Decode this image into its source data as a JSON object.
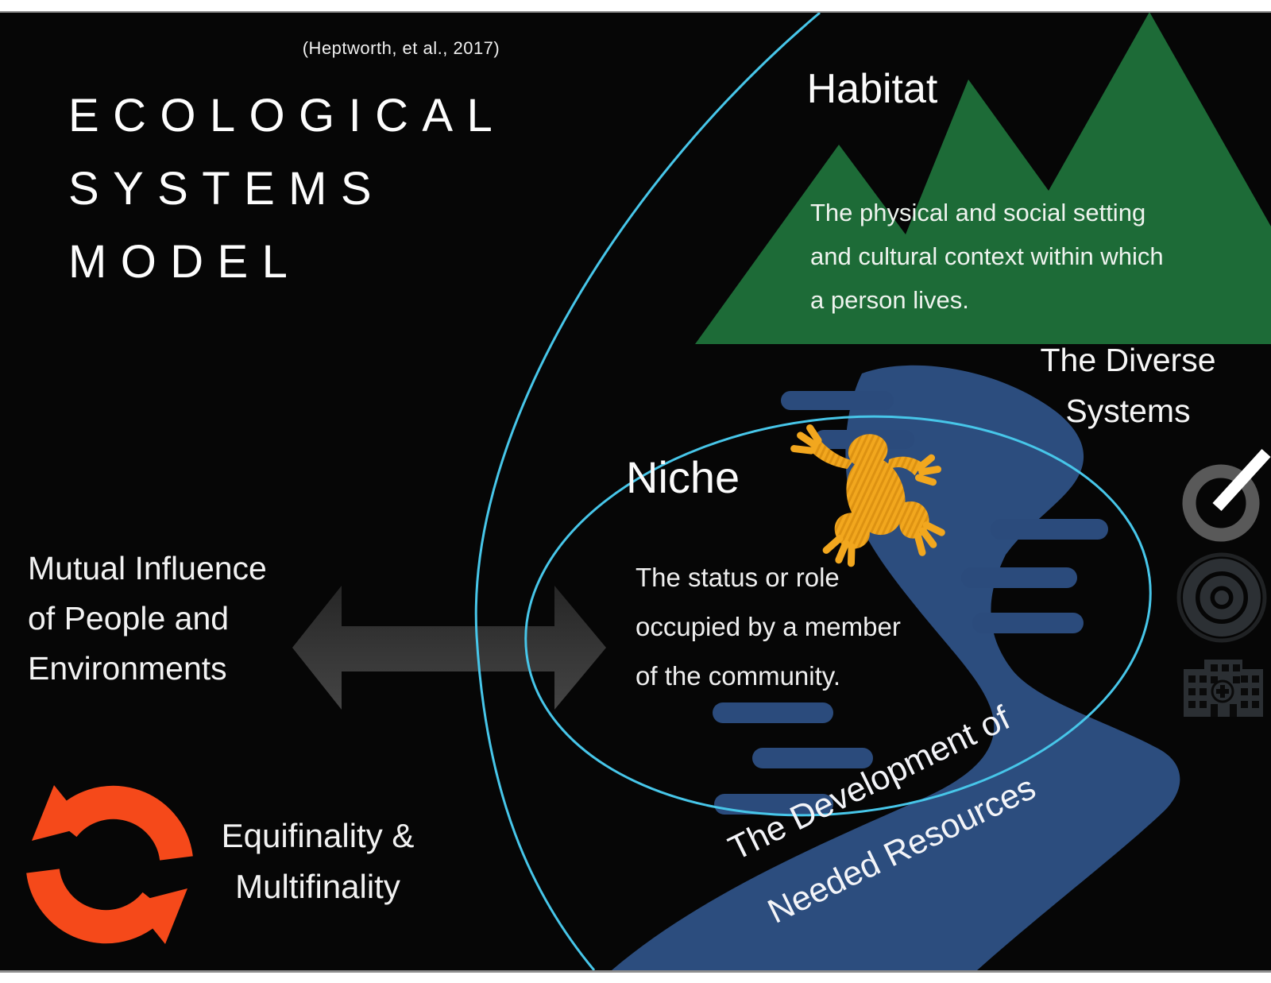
{
  "slide": {
    "citation": "(Heptworth, et al., 2017)",
    "title_lines": [
      "ECOLOGICAL",
      "SYSTEMS",
      "MODEL"
    ]
  },
  "habitat": {
    "label": "Habitat",
    "desc_lines": [
      "The physical and social setting",
      "and cultural context within which",
      "a person lives."
    ]
  },
  "diverse_systems": {
    "lines": [
      "The Diverse",
      "Systems"
    ]
  },
  "niche": {
    "label": "Niche",
    "desc_lines": [
      "The status or role",
      "occupied by a member",
      "of the community."
    ]
  },
  "mutual_influence": {
    "lines": [
      "Mutual Influence",
      "of People and",
      "Environments"
    ]
  },
  "equifinality": {
    "lines": [
      "Equifinality &",
      "Multifinality"
    ]
  },
  "river": {
    "label_lines": [
      "The Development of",
      "Needed Resources"
    ]
  },
  "icons": {
    "mountains": "mountain-range-icon",
    "river": "river-path-shape",
    "frog": "frog-icon",
    "stream_dashes": "stream-dash-icon",
    "double_arrow": "double-arrow-icon",
    "cycle": "red-cycle-arrows-icon",
    "dial": "dial-circle-icon",
    "rings": "concentric-rings-icon",
    "hospital": "hospital-building-icon"
  },
  "colors": {
    "background": "#060606",
    "page_margin": "#ffffff",
    "mountain_green": "#1d6b37",
    "river_blue": "#2c4d7e",
    "dash_blue": "#2b4b7c",
    "accent_cyan": "#47c6e9",
    "frog_orange": "#f2a71e",
    "frog_stripe": "#dd9212",
    "cycle_red_top": "#f5491a",
    "cycle_red_bottom": "#8c1206",
    "arrow_gray": "#3c3c3c",
    "icon_gray": "#595959",
    "text_white": "#f4f4f4"
  }
}
